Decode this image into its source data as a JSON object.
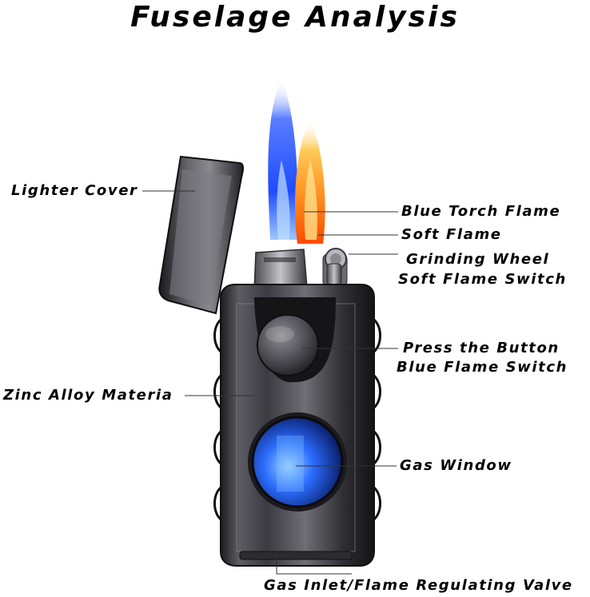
{
  "title": "Fuselage Analysis",
  "labels": {
    "lighter_cover": "Lighter Cover",
    "blue_torch_flame": "Blue Torch Flame",
    "soft_flame": "Soft Flame",
    "grinding_wheel": "Grinding Wheel",
    "soft_flame_switch": "Soft Flame Switch",
    "press_the_button": "Press the Button",
    "blue_flame_switch": "Blue Flame Switch",
    "zinc_alloy": "Zinc Alloy Materia",
    "gas_window": "Gas Window",
    "gas_inlet": "Gas Inlet/Flame Regulating Valve"
  }
}
